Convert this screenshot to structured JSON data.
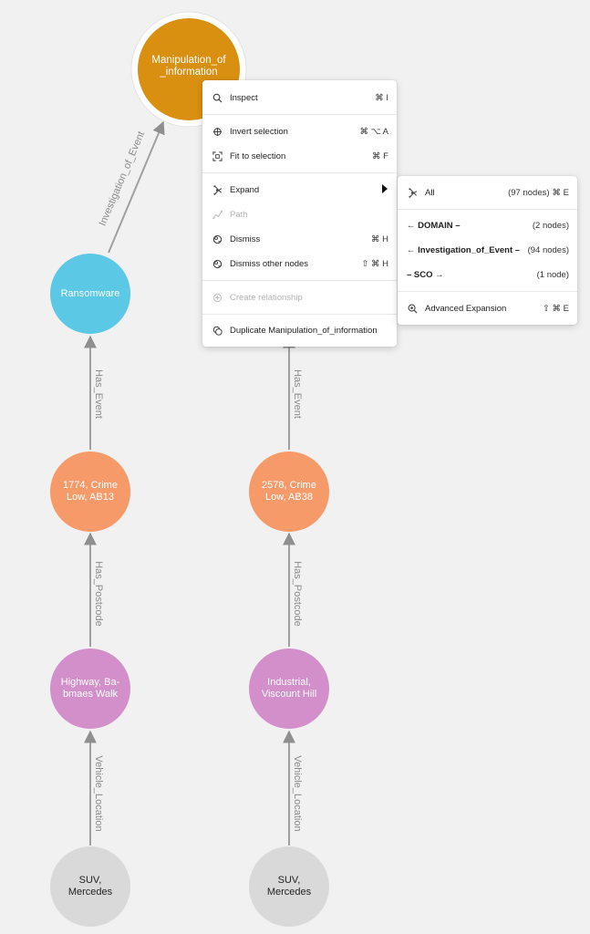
{
  "graph": {
    "nodes": {
      "manipulation": "Manipulation_of\n_information",
      "ransomware": "Ransomware",
      "crime_1774": "1774, Crime\nLow, AB13",
      "crime_2578": "2578, Crime\nLow, AB38",
      "location_highway": "Highway, Ba-\nbmaes Walk",
      "location_industrial": "Industrial,\nViscount Hill",
      "suv_left": "SUV,\nMercedes",
      "suv_right": "SUV,\nMercedes"
    },
    "relationships": {
      "investigation_of_event": "Investigation_of_Event",
      "has_event_left": "Has_Event",
      "has_event_right": "Has_Event",
      "has_postcode_left": "Has_Postcode",
      "has_postcode_right": "Has_Postcode",
      "vehicle_location_left": "Vehicle_Location",
      "vehicle_location_right": "Vehicle_Location"
    },
    "colors": {
      "event_category": "#d99010",
      "crime_type": "#5bc8e6",
      "crime": "#f59a68",
      "location": "#d38fca",
      "vehicle": "#d9d9d9",
      "edge": "#a0a0a0"
    }
  },
  "context_menu": {
    "inspect": {
      "label": "Inspect",
      "shortcut": "⌘ I",
      "icon": "search-icon"
    },
    "invert_selection": {
      "label": "Invert selection",
      "shortcut": "⌘ ⌥ A",
      "icon": "invert-selection-icon"
    },
    "fit_to_selection": {
      "label": "Fit to selection",
      "shortcut": "⌘ F",
      "icon": "fit-selection-icon"
    },
    "expand": {
      "label": "Expand",
      "icon": "expand-icon"
    },
    "path": {
      "label": "Path",
      "icon": "path-icon"
    },
    "dismiss": {
      "label": "Dismiss",
      "shortcut": "⌘ H",
      "icon": "dismiss-icon"
    },
    "dismiss_other": {
      "label": "Dismiss other nodes",
      "shortcut": "⇧ ⌘ H",
      "icon": "dismiss-other-icon"
    },
    "create_relationship": {
      "label": "Create relationship",
      "icon": "add-circle-icon"
    },
    "duplicate": {
      "label": "Duplicate Manipulation_of_information",
      "icon": "duplicate-icon"
    }
  },
  "expand_submenu": {
    "all": {
      "label": "All",
      "count": "(97 nodes)",
      "shortcut": "⌘ E",
      "icon": "expand-icon"
    },
    "domain": {
      "label": "← DOMAIN –",
      "count": "(2 nodes)"
    },
    "investigation": {
      "label": "← Investigation_of_Event –",
      "count": "(94 nodes)"
    },
    "sco": {
      "label": "– SCO →",
      "count": "(1 node)"
    },
    "advanced": {
      "label": "Advanced Expansion",
      "shortcut": "⇧ ⌘ E",
      "icon": "advanced-search-icon"
    }
  }
}
